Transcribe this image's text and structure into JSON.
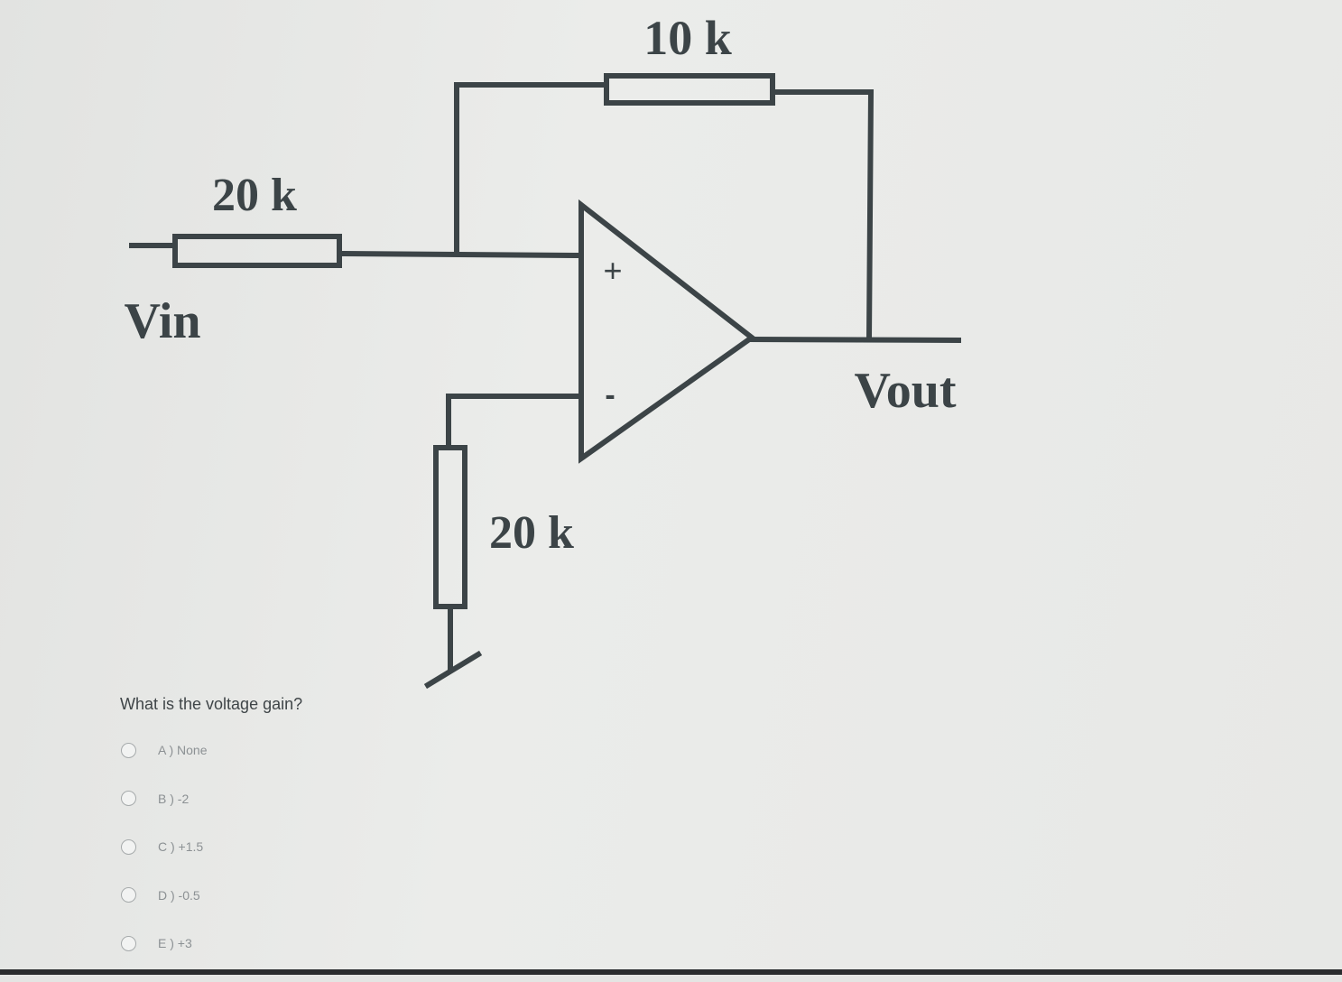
{
  "circuit": {
    "r_feedback": "10 k",
    "r_input": "20 k",
    "r_ground": "20 k",
    "vin": "Vin",
    "vout": "Vout",
    "plus": "+",
    "minus": "-"
  },
  "quiz": {
    "question": "What is the voltage gain?",
    "options": [
      {
        "label": "A ) None"
      },
      {
        "label": "B ) -2"
      },
      {
        "label": "C ) +1.5"
      },
      {
        "label": "D ) -0.5"
      },
      {
        "label": "E ) +3"
      }
    ]
  }
}
